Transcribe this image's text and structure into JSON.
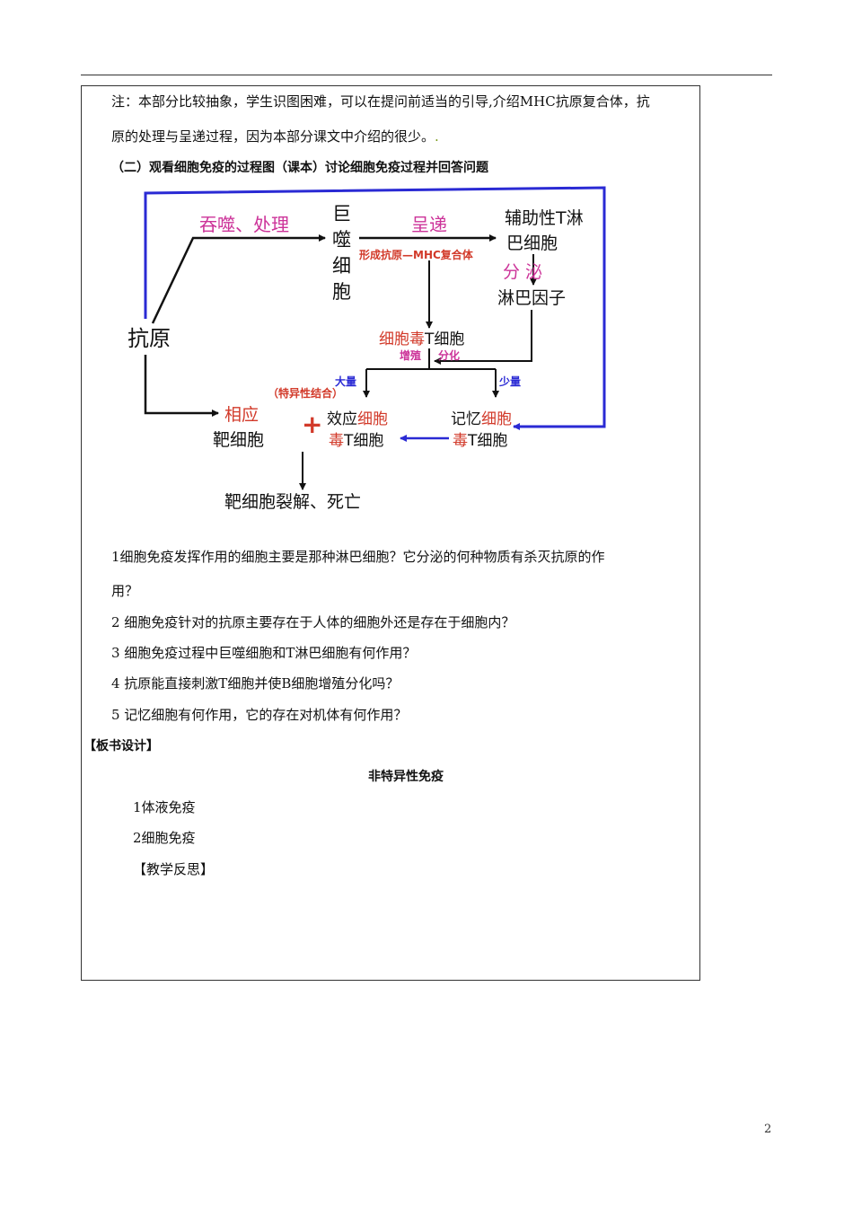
{
  "note": {
    "line1": "注：本部分比较抽象，学生识图困难，可以在提问前适当的引导,介绍MHC抗原复合体，抗",
    "line2": "原的处理与呈递过程，因为本部分课文中介绍的很少。"
  },
  "section_heading": "（二）观看细胞免疫的过程图（课本）讨论细胞免疫过程并回答问题",
  "diagram": {
    "antigen": "抗原",
    "swallow_process": "吞噬、处理",
    "macrophage": [
      "巨",
      "噬",
      "细",
      "胞"
    ],
    "present": "呈递",
    "helper_t_1": "辅助性T淋",
    "helper_t_2": "巴细胞",
    "mhc_complex": "形成抗原—MHC复合体",
    "secrete": "分 泌",
    "lymphokine": "淋巴因子",
    "cytotoxic_red": "细胞毒",
    "cytotoxic_black": "T细胞",
    "proliferate": "增殖",
    "differentiate": "分化",
    "large_amount": "大量",
    "small_amount": "少量",
    "specific_binding": "（特异性结合）",
    "corresponding": "相应",
    "target_cell": "靶细胞",
    "plus": "+",
    "effector_black": "效应",
    "effector_red": "细胞",
    "effector_t_red": "毒",
    "effector_t_black": "T细胞",
    "memory_black": "记忆",
    "memory_red": "细胞",
    "memory_t_red": "毒",
    "memory_t_black": "T细胞",
    "lysis": "靶细胞裂解、死亡",
    "colors": {
      "red": "#d23a2a",
      "magenta": "#cc3399",
      "blue": "#2a2ad4",
      "black": "#111111"
    }
  },
  "questions": {
    "q1_line1": "1细胞免疫发挥作用的细胞主要是那种淋巴细胞？它分泌的何种物质有杀灭抗原的作",
    "q1_line2": "用？",
    "q2": "2  细胞免疫针对的抗原主要存在于人体的细胞外还是存在于细胞内？",
    "q3": "3  细胞免疫过程中巨噬细胞和T淋巴细胞有何作用？",
    "q4": "4  抗原能直接刺激T细胞并使B细胞增殖分化吗？",
    "q5": "5  记忆细胞有何作用，它的存在对机体有何作用？"
  },
  "board": {
    "heading": "【板书设计】",
    "title": "非特异性免疫",
    "item1": "1体液免疫",
    "item2": "2细胞免疫",
    "reflection": "【教学反思】"
  },
  "page_number": "2"
}
